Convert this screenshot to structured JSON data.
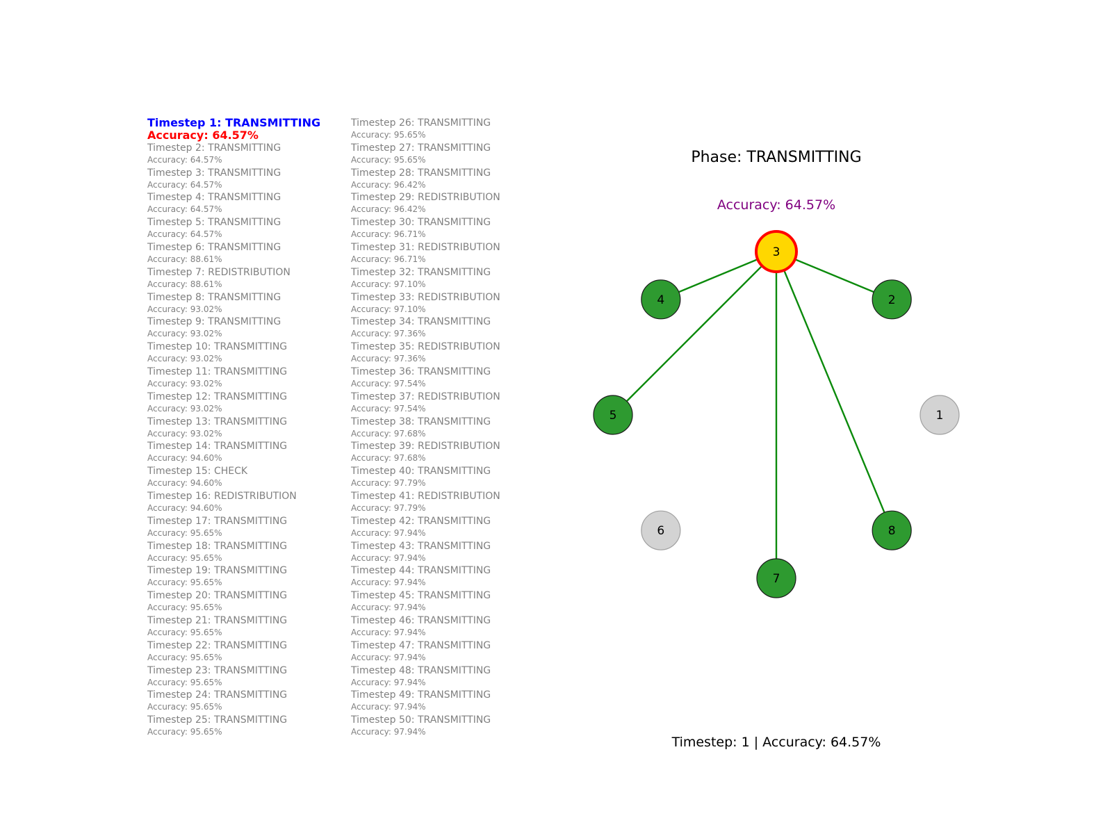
{
  "log": [
    {
      "step": "Timestep 1: TRANSMITTING",
      "accuracy": "Accuracy: 64.57%"
    },
    {
      "step": "Timestep 2: TRANSMITTING",
      "accuracy": "Accuracy: 64.57%"
    },
    {
      "step": "Timestep 3: TRANSMITTING",
      "accuracy": "Accuracy: 64.57%"
    },
    {
      "step": "Timestep 4: TRANSMITTING",
      "accuracy": "Accuracy: 64.57%"
    },
    {
      "step": "Timestep 5: TRANSMITTING",
      "accuracy": "Accuracy: 64.57%"
    },
    {
      "step": "Timestep 6: TRANSMITTING",
      "accuracy": "Accuracy: 88.61%"
    },
    {
      "step": "Timestep 7: REDISTRIBUTION",
      "accuracy": "Accuracy: 88.61%"
    },
    {
      "step": "Timestep 8: TRANSMITTING",
      "accuracy": "Accuracy: 93.02%"
    },
    {
      "step": "Timestep 9: TRANSMITTING",
      "accuracy": "Accuracy: 93.02%"
    },
    {
      "step": "Timestep 10: TRANSMITTING",
      "accuracy": "Accuracy: 93.02%"
    },
    {
      "step": "Timestep 11: TRANSMITTING",
      "accuracy": "Accuracy: 93.02%"
    },
    {
      "step": "Timestep 12: TRANSMITTING",
      "accuracy": "Accuracy: 93.02%"
    },
    {
      "step": "Timestep 13: TRANSMITTING",
      "accuracy": "Accuracy: 93.02%"
    },
    {
      "step": "Timestep 14: TRANSMITTING",
      "accuracy": "Accuracy: 94.60%"
    },
    {
      "step": "Timestep 15: CHECK",
      "accuracy": "Accuracy: 94.60%"
    },
    {
      "step": "Timestep 16: REDISTRIBUTION",
      "accuracy": "Accuracy: 94.60%"
    },
    {
      "step": "Timestep 17: TRANSMITTING",
      "accuracy": "Accuracy: 95.65%"
    },
    {
      "step": "Timestep 18: TRANSMITTING",
      "accuracy": "Accuracy: 95.65%"
    },
    {
      "step": "Timestep 19: TRANSMITTING",
      "accuracy": "Accuracy: 95.65%"
    },
    {
      "step": "Timestep 20: TRANSMITTING",
      "accuracy": "Accuracy: 95.65%"
    },
    {
      "step": "Timestep 21: TRANSMITTING",
      "accuracy": "Accuracy: 95.65%"
    },
    {
      "step": "Timestep 22: TRANSMITTING",
      "accuracy": "Accuracy: 95.65%"
    },
    {
      "step": "Timestep 23: TRANSMITTING",
      "accuracy": "Accuracy: 95.65%"
    },
    {
      "step": "Timestep 24: TRANSMITTING",
      "accuracy": "Accuracy: 95.65%"
    },
    {
      "step": "Timestep 25: TRANSMITTING",
      "accuracy": "Accuracy: 95.65%"
    },
    {
      "step": "Timestep 26: TRANSMITTING",
      "accuracy": "Accuracy: 95.65%"
    },
    {
      "step": "Timestep 27: TRANSMITTING",
      "accuracy": "Accuracy: 95.65%"
    },
    {
      "step": "Timestep 28: TRANSMITTING",
      "accuracy": "Accuracy: 96.42%"
    },
    {
      "step": "Timestep 29: REDISTRIBUTION",
      "accuracy": "Accuracy: 96.42%"
    },
    {
      "step": "Timestep 30: TRANSMITTING",
      "accuracy": "Accuracy: 96.71%"
    },
    {
      "step": "Timestep 31: REDISTRIBUTION",
      "accuracy": "Accuracy: 96.71%"
    },
    {
      "step": "Timestep 32: TRANSMITTING",
      "accuracy": "Accuracy: 97.10%"
    },
    {
      "step": "Timestep 33: REDISTRIBUTION",
      "accuracy": "Accuracy: 97.10%"
    },
    {
      "step": "Timestep 34: TRANSMITTING",
      "accuracy": "Accuracy: 97.36%"
    },
    {
      "step": "Timestep 35: REDISTRIBUTION",
      "accuracy": "Accuracy: 97.36%"
    },
    {
      "step": "Timestep 36: TRANSMITTING",
      "accuracy": "Accuracy: 97.54%"
    },
    {
      "step": "Timestep 37: REDISTRIBUTION",
      "accuracy": "Accuracy: 97.54%"
    },
    {
      "step": "Timestep 38: TRANSMITTING",
      "accuracy": "Accuracy: 97.68%"
    },
    {
      "step": "Timestep 39: REDISTRIBUTION",
      "accuracy": "Accuracy: 97.68%"
    },
    {
      "step": "Timestep 40: TRANSMITTING",
      "accuracy": "Accuracy: 97.79%"
    },
    {
      "step": "Timestep 41: REDISTRIBUTION",
      "accuracy": "Accuracy: 97.79%"
    },
    {
      "step": "Timestep 42: TRANSMITTING",
      "accuracy": "Accuracy: 97.94%"
    },
    {
      "step": "Timestep 43: TRANSMITTING",
      "accuracy": "Accuracy: 97.94%"
    },
    {
      "step": "Timestep 44: TRANSMITTING",
      "accuracy": "Accuracy: 97.94%"
    },
    {
      "step": "Timestep 45: TRANSMITTING",
      "accuracy": "Accuracy: 97.94%"
    },
    {
      "step": "Timestep 46: TRANSMITTING",
      "accuracy": "Accuracy: 97.94%"
    },
    {
      "step": "Timestep 47: TRANSMITTING",
      "accuracy": "Accuracy: 97.94%"
    },
    {
      "step": "Timestep 48: TRANSMITTING",
      "accuracy": "Accuracy: 97.94%"
    },
    {
      "step": "Timestep 49: TRANSMITTING",
      "accuracy": "Accuracy: 97.94%"
    },
    {
      "step": "Timestep 50: TRANSMITTING",
      "accuracy": "Accuracy: 97.94%"
    }
  ],
  "graph": {
    "phase_title": "Phase: TRANSMITTING",
    "accuracy_label": "Accuracy: 64.57%",
    "footer": "Timestep: 1 | Accuracy: 64.57%",
    "hub": "3",
    "nodes": [
      {
        "id": "3",
        "status": "hub"
      },
      {
        "id": "2",
        "status": "active"
      },
      {
        "id": "1",
        "status": "idle"
      },
      {
        "id": "8",
        "status": "active"
      },
      {
        "id": "7",
        "status": "active"
      },
      {
        "id": "6",
        "status": "idle"
      },
      {
        "id": "5",
        "status": "active"
      },
      {
        "id": "4",
        "status": "active"
      }
    ],
    "edges": [
      {
        "from": "4",
        "to": "3"
      },
      {
        "from": "2",
        "to": "3"
      },
      {
        "from": "5",
        "to": "3"
      },
      {
        "from": "7",
        "to": "3"
      },
      {
        "from": "8",
        "to": "3"
      }
    ],
    "colors": {
      "hub_fill": "#ffd700",
      "hub_stroke": "#ff0000",
      "active_fill": "#2e9a30",
      "idle_fill": "#d3d3d3",
      "edge": "#0b8a0b",
      "accuracy_text": "#800080",
      "log_current_step": "#0000ff",
      "log_current_accuracy": "#ff0000",
      "log_text": "#808080"
    }
  }
}
